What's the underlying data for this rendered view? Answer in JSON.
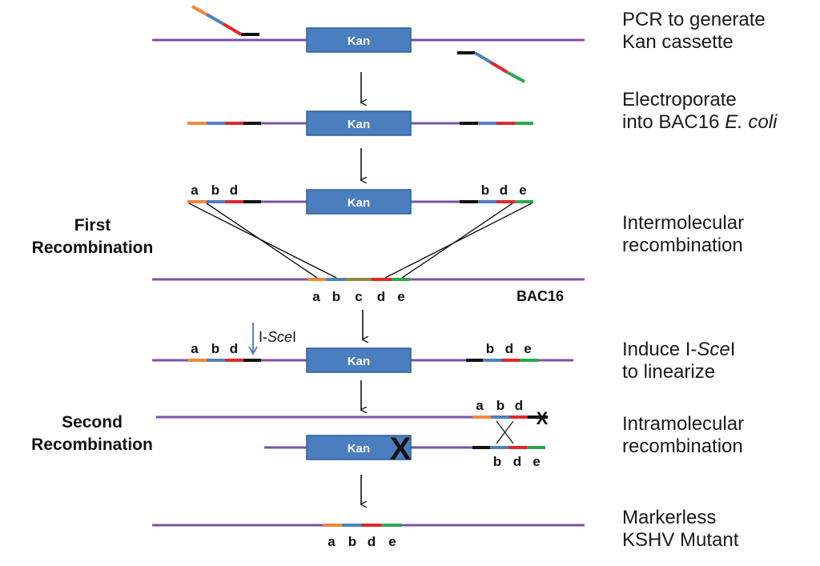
{
  "steps": {
    "s1": {
      "line1": "PCR to generate",
      "line2": "Kan cassette"
    },
    "s2": {
      "line1": "Electroporate",
      "line2_pre": "into BAC16 ",
      "line2_ital": "E. coli"
    },
    "s3": {
      "line1": "Intermolecular",
      "line2": "recombination"
    },
    "s4": {
      "line1_pre": "Induce I-",
      "line1_ital": "Sce",
      "line1_post": "I",
      "line2": "to linearize"
    },
    "s5": {
      "line1": "Intramolecular",
      "line2": "recombination"
    },
    "s6": {
      "line1": "Markerless",
      "line2": "KSHV Mutant"
    }
  },
  "phases": {
    "first": {
      "line1": "First",
      "line2": "Recombination"
    },
    "second": {
      "line1": "Second",
      "line2": "Recombination"
    }
  },
  "labels": {
    "kan": "Kan",
    "bac16": "BAC16",
    "isce_pre": "I-",
    "isce_ital": "Sce",
    "isce_post": "I",
    "x_mark": "X",
    "a": "a",
    "b": "b",
    "c": "c",
    "d": "d",
    "e": "e"
  },
  "colors": {
    "backbone": "#7b52a8",
    "kan_box": "#4a7ebf",
    "kan_border": "#2f5f99",
    "seg_a": "#f0883a",
    "seg_b": "#4f81bd",
    "seg_c": "#8a8a3a",
    "seg_d": "#e02828",
    "seg_e": "#2ca84a",
    "black": "#111111",
    "arrow_isce": "#4f81bd"
  }
}
